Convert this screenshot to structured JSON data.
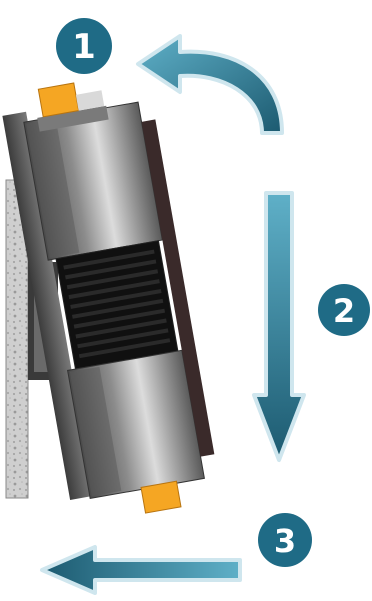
{
  "steps": [
    {
      "label": "1",
      "direction": "rotate-counterclockwise"
    },
    {
      "label": "2",
      "direction": "down"
    },
    {
      "label": "3",
      "direction": "left"
    }
  ],
  "colors": {
    "badge": "#1f6b86",
    "arrow_light": "#5fb0c8",
    "arrow_dark": "#1c5a70",
    "arrow_glow": "#cfe6ee",
    "module_body": "#6e6e6e",
    "connector": "#f5a623",
    "wall": "#c8c8c8"
  }
}
